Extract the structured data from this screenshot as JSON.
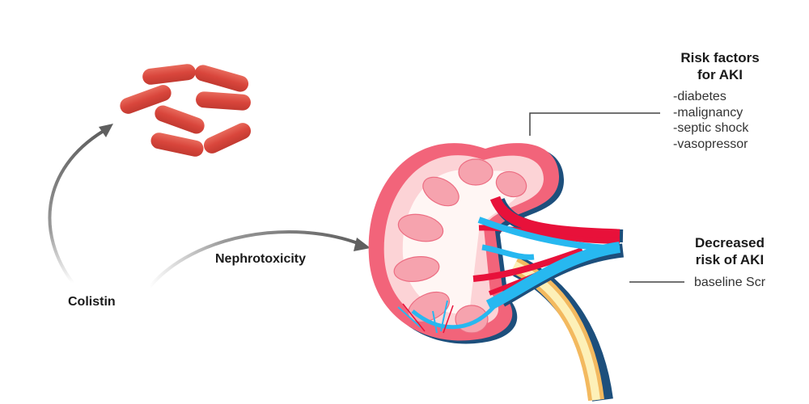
{
  "labels": {
    "colistin": "Colistin",
    "nephrotoxicity": "Nephrotoxicity"
  },
  "risk_factors": {
    "title_line1": "Risk factors",
    "title_line2": "for AKI",
    "items": [
      "-diabetes",
      "-malignancy",
      "-septic shock",
      "-vasopressor"
    ]
  },
  "decreased_risk": {
    "title_line1": "Decreased",
    "title_line2": "risk of AKI",
    "items": [
      "baseline Scr"
    ]
  },
  "colors": {
    "bacteria": "#d9463c",
    "arrow": "#6b6b6b",
    "kidney_cortex": "#f2647a",
    "artery": "#e8113a",
    "vein": "#27b8f0",
    "ureter": "#f7d57a",
    "outline": "#1d4f7c"
  }
}
